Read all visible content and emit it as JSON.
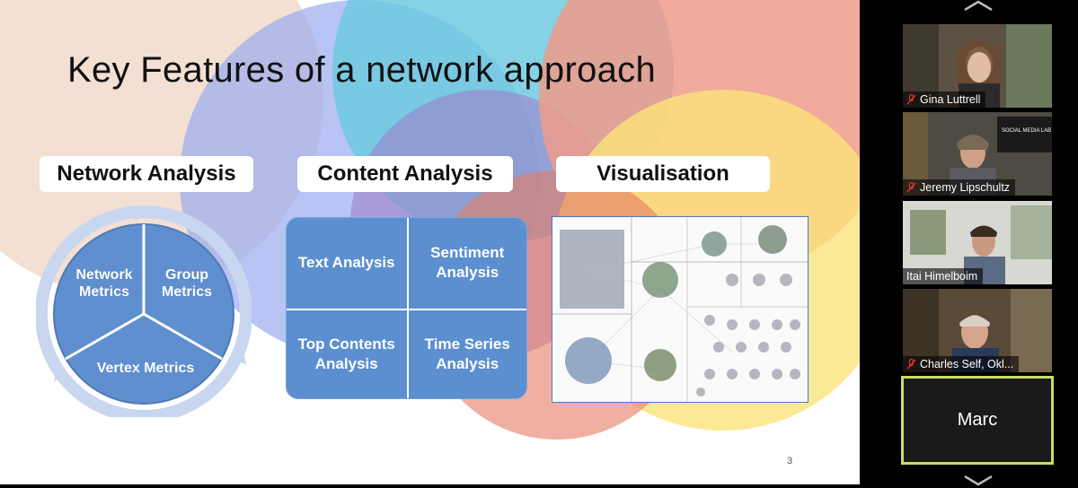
{
  "slide": {
    "title": "Key Features of a network approach",
    "page_number": "3",
    "sections": {
      "network": {
        "header": "Network Analysis",
        "items": [
          "Network Metrics",
          "Group Metrics",
          "Vertex Metrics"
        ]
      },
      "content": {
        "header": "Content Analysis",
        "cells": [
          "Text Analysis",
          "Sentiment Analysis",
          "Top Contents Analysis",
          "Time Series Analysis"
        ]
      },
      "visual": {
        "header": "Visualisation"
      }
    },
    "colors": {
      "accent_blue": "#5b8fcf",
      "cycle_ring": "#c5d5ee"
    }
  },
  "participants": [
    {
      "name": "Gina Luttrell",
      "muted": true
    },
    {
      "name": "Jeremy Lipschultz",
      "muted": true
    },
    {
      "name": "Itai Himelboim",
      "muted": false
    },
    {
      "name": "Charles Self, Okl...",
      "muted": true
    }
  ],
  "active_speaker": {
    "name": "Marc"
  },
  "icons": {
    "scroll_up": "chevron-up-icon",
    "scroll_down": "chevron-down-icon",
    "muted": "mic-muted-icon"
  }
}
